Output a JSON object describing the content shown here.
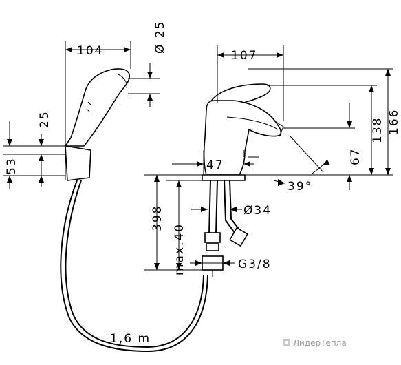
{
  "dimensions": {
    "sprayer_width": "104",
    "sprayer_diameter": "Ø 25",
    "holder_height": "53",
    "holder_top": "25",
    "tap_depth": "107",
    "tap_height_total": "166",
    "tap_height_spout": "138",
    "tap_height_base": "67",
    "base_width": "47",
    "spout_angle": "39°",
    "hose_length_max": "398",
    "max_40": "max.40",
    "stem_diameter": "Ø34",
    "thread": "G3/8",
    "hose_length": "1,6 m"
  },
  "watermark": {
    "text": "ЛидерТепла"
  },
  "colors": {
    "line": "#000000",
    "background": "#ffffff",
    "watermark": "#9a9a9a"
  }
}
